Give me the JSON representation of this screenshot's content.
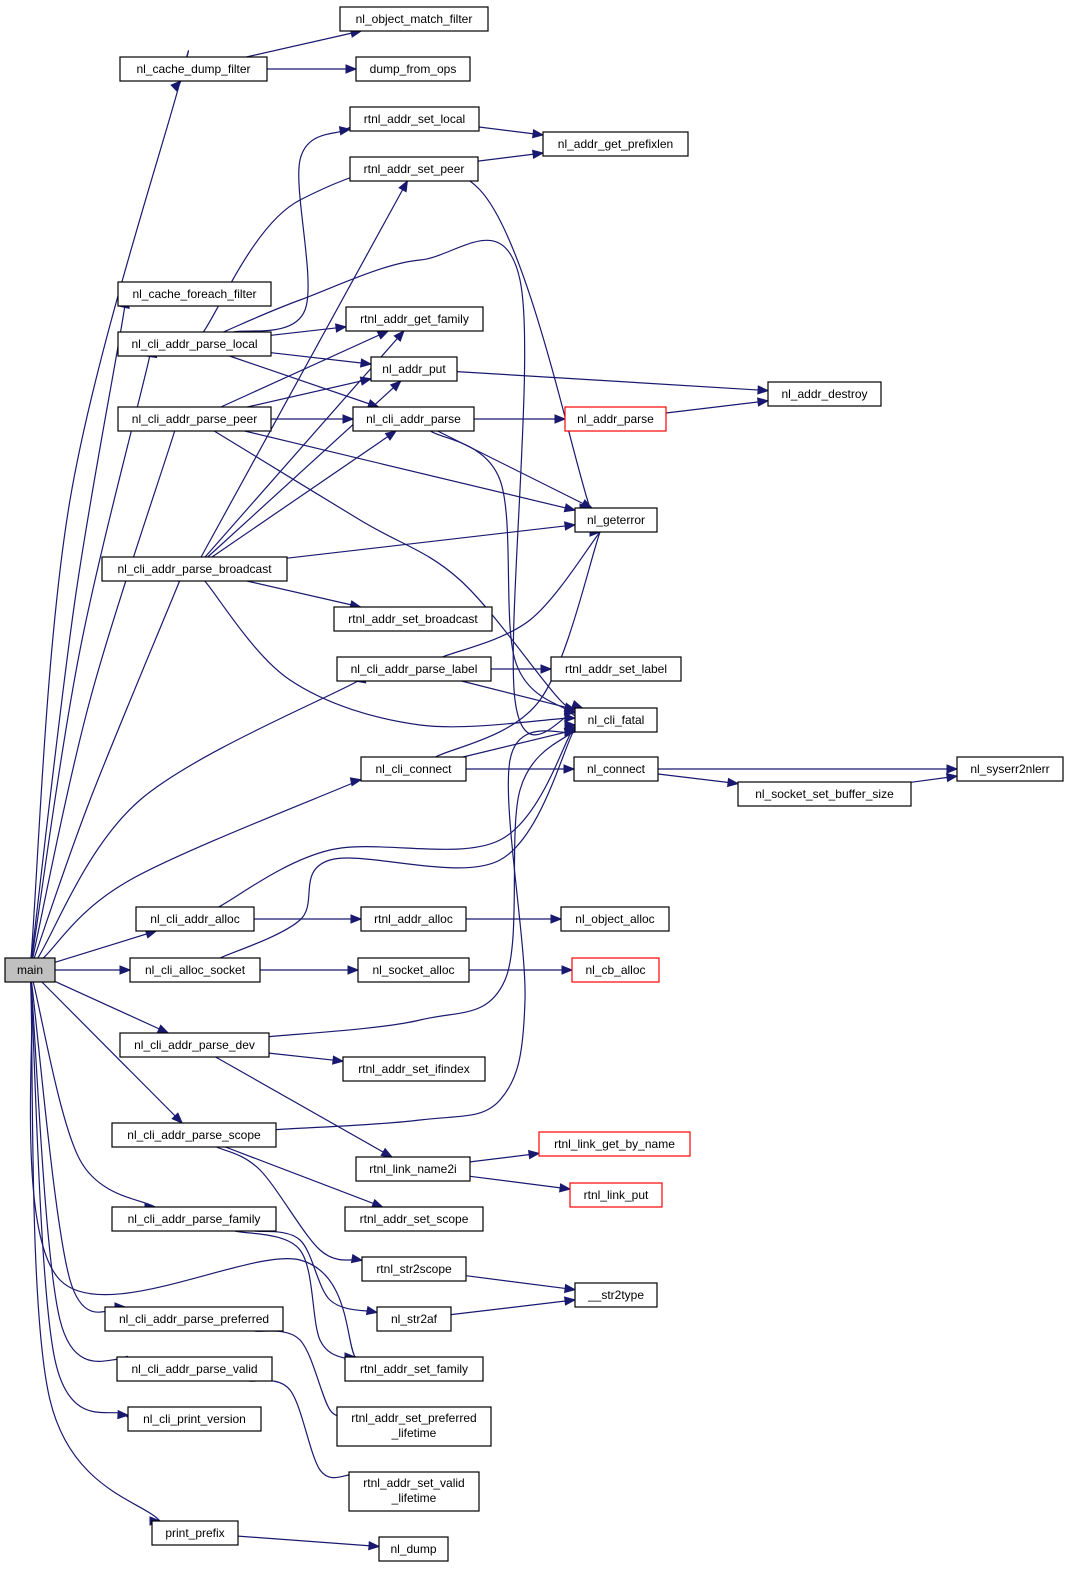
{
  "graph": {
    "colors": {
      "edge": "#191970",
      "node_border": "#000000",
      "node_border_truncated": "#ff0000",
      "root_fill": "#c0c0c0",
      "node_fill": "#ffffff"
    },
    "nodes": {
      "main": {
        "label": "main",
        "root": true
      },
      "nl_cache_dump_filter": {
        "label": "nl_cache_dump_filter"
      },
      "nl_object_match_filter": {
        "label": "nl_object_match_filter"
      },
      "dump_from_ops": {
        "label": "dump_from_ops"
      },
      "rtnl_addr_set_local": {
        "label": "rtnl_addr_set_local"
      },
      "rtnl_addr_set_peer": {
        "label": "rtnl_addr_set_peer"
      },
      "nl_addr_get_prefixlen": {
        "label": "nl_addr_get_prefixlen"
      },
      "nl_cache_foreach_filter": {
        "label": "nl_cache_foreach_filter"
      },
      "nl_cli_addr_parse_local": {
        "label": "nl_cli_addr_parse_local"
      },
      "rtnl_addr_get_family": {
        "label": "rtnl_addr_get_family"
      },
      "nl_addr_put": {
        "label": "nl_addr_put"
      },
      "nl_addr_destroy": {
        "label": "nl_addr_destroy"
      },
      "nl_cli_addr_parse_peer": {
        "label": "nl_cli_addr_parse_peer"
      },
      "nl_cli_addr_parse": {
        "label": "nl_cli_addr_parse"
      },
      "nl_addr_parse": {
        "label": "nl_addr_parse",
        "truncated": true
      },
      "nl_geterror": {
        "label": "nl_geterror"
      },
      "nl_cli_addr_parse_broadcast": {
        "label": "nl_cli_addr_parse_broadcast"
      },
      "rtnl_addr_set_broadcast": {
        "label": "rtnl_addr_set_broadcast"
      },
      "nl_cli_addr_parse_label": {
        "label": "nl_cli_addr_parse_label"
      },
      "rtnl_addr_set_label": {
        "label": "rtnl_addr_set_label"
      },
      "nl_cli_fatal": {
        "label": "nl_cli_fatal"
      },
      "nl_cli_connect": {
        "label": "nl_cli_connect"
      },
      "nl_connect": {
        "label": "nl_connect"
      },
      "nl_syserr2nlerr": {
        "label": "nl_syserr2nlerr"
      },
      "nl_socket_set_buffer_size": {
        "label": "nl_socket_set_buffer_size"
      },
      "nl_cli_addr_alloc": {
        "label": "nl_cli_addr_alloc"
      },
      "rtnl_addr_alloc": {
        "label": "rtnl_addr_alloc"
      },
      "nl_object_alloc": {
        "label": "nl_object_alloc"
      },
      "nl_cli_alloc_socket": {
        "label": "nl_cli_alloc_socket"
      },
      "nl_socket_alloc": {
        "label": "nl_socket_alloc"
      },
      "nl_cb_alloc": {
        "label": "nl_cb_alloc",
        "truncated": true
      },
      "nl_cli_addr_parse_dev": {
        "label": "nl_cli_addr_parse_dev"
      },
      "rtnl_addr_set_ifindex": {
        "label": "rtnl_addr_set_ifindex"
      },
      "nl_cli_addr_parse_scope": {
        "label": "nl_cli_addr_parse_scope"
      },
      "rtnl_link_get_by_name": {
        "label": "rtnl_link_get_by_name",
        "truncated": true
      },
      "rtnl_link_name2i": {
        "label": "rtnl_link_name2i"
      },
      "rtnl_link_put": {
        "label": "rtnl_link_put",
        "truncated": true
      },
      "nl_cli_addr_parse_family": {
        "label": "nl_cli_addr_parse_family"
      },
      "rtnl_addr_set_scope": {
        "label": "rtnl_addr_set_scope"
      },
      "rtnl_str2scope": {
        "label": "rtnl_str2scope"
      },
      "__str2type": {
        "label": "__str2type"
      },
      "nl_str2af": {
        "label": "nl_str2af"
      },
      "nl_cli_addr_parse_preferred": {
        "label": "nl_cli_addr_parse_preferred"
      },
      "rtnl_addr_set_family": {
        "label": "rtnl_addr_set_family"
      },
      "nl_cli_addr_parse_valid": {
        "label": "nl_cli_addr_parse_valid"
      },
      "rtnl_addr_set_preferred_lifetime": {
        "label": [
          "rtnl_addr_set_preferred",
          "_lifetime"
        ]
      },
      "nl_cli_print_version": {
        "label": "nl_cli_print_version"
      },
      "rtnl_addr_set_valid_lifetime": {
        "label": [
          "rtnl_addr_set_valid",
          "_lifetime"
        ]
      },
      "print_prefix": {
        "label": "print_prefix"
      },
      "nl_dump": {
        "label": "nl_dump"
      }
    },
    "edges": [
      [
        "nl_cache_dump_filter",
        "nl_object_match_filter"
      ],
      [
        "nl_cache_dump_filter",
        "dump_from_ops"
      ],
      [
        "rtnl_addr_set_local",
        "nl_addr_get_prefixlen"
      ],
      [
        "rtnl_addr_set_peer",
        "nl_addr_get_prefixlen"
      ],
      [
        "nl_cli_addr_parse_local",
        "rtnl_addr_set_local"
      ],
      [
        "nl_cli_addr_parse_local",
        "nl_geterror"
      ],
      [
        "nl_cli_addr_parse_local",
        "nl_cli_fatal"
      ],
      [
        "nl_cli_addr_parse_local",
        "rtnl_addr_get_family"
      ],
      [
        "nl_cli_addr_parse_local",
        "nl_addr_put"
      ],
      [
        "nl_cli_addr_parse_local",
        "nl_cli_addr_parse"
      ],
      [
        "nl_addr_put",
        "nl_addr_destroy"
      ],
      [
        "nl_cli_addr_parse_peer",
        "rtnl_addr_get_family"
      ],
      [
        "nl_cli_addr_parse_peer",
        "nl_addr_put"
      ],
      [
        "nl_cli_addr_parse_peer",
        "nl_cli_addr_parse"
      ],
      [
        "nl_cli_addr_parse_peer",
        "nl_geterror"
      ],
      [
        "nl_cli_addr_parse_peer",
        "nl_cli_fatal"
      ],
      [
        "nl_cli_addr_parse",
        "nl_addr_parse"
      ],
      [
        "nl_cli_addr_parse",
        "nl_geterror"
      ],
      [
        "nl_cli_addr_parse",
        "nl_cli_fatal"
      ],
      [
        "nl_addr_parse",
        "nl_addr_destroy"
      ],
      [
        "nl_cli_addr_parse_broadcast",
        "rtnl_addr_set_peer"
      ],
      [
        "nl_cli_addr_parse_broadcast",
        "rtnl_addr_get_family"
      ],
      [
        "nl_cli_addr_parse_broadcast",
        "nl_addr_put"
      ],
      [
        "nl_cli_addr_parse_broadcast",
        "nl_cli_addr_parse"
      ],
      [
        "nl_cli_addr_parse_broadcast",
        "nl_geterror"
      ],
      [
        "nl_cli_addr_parse_broadcast",
        "rtnl_addr_set_broadcast"
      ],
      [
        "nl_cli_addr_parse_broadcast",
        "nl_cli_fatal"
      ],
      [
        "nl_cli_addr_parse_label",
        "rtnl_addr_set_label"
      ],
      [
        "nl_cli_addr_parse_label",
        "nl_geterror"
      ],
      [
        "nl_cli_addr_parse_label",
        "nl_cli_fatal"
      ],
      [
        "nl_cli_connect",
        "nl_cli_fatal"
      ],
      [
        "nl_cli_connect",
        "nl_geterror"
      ],
      [
        "nl_cli_connect",
        "nl_connect"
      ],
      [
        "nl_connect",
        "nl_syserr2nlerr"
      ],
      [
        "nl_connect",
        "nl_socket_set_buffer_size"
      ],
      [
        "nl_socket_set_buffer_size",
        "nl_syserr2nlerr"
      ],
      [
        "nl_cli_addr_alloc",
        "rtnl_addr_alloc"
      ],
      [
        "nl_cli_addr_alloc",
        "nl_cli_fatal"
      ],
      [
        "rtnl_addr_alloc",
        "nl_object_alloc"
      ],
      [
        "nl_cli_alloc_socket",
        "nl_socket_alloc"
      ],
      [
        "nl_cli_alloc_socket",
        "nl_cli_fatal"
      ],
      [
        "nl_socket_alloc",
        "nl_cb_alloc"
      ],
      [
        "nl_cli_addr_parse_dev",
        "rtnl_addr_set_ifindex"
      ],
      [
        "nl_cli_addr_parse_dev",
        "rtnl_link_name2i"
      ],
      [
        "nl_cli_addr_parse_dev",
        "nl_cli_fatal"
      ],
      [
        "rtnl_link_name2i",
        "rtnl_link_get_by_name"
      ],
      [
        "rtnl_link_name2i",
        "rtnl_link_put"
      ],
      [
        "nl_cli_addr_parse_scope",
        "nl_cli_fatal"
      ],
      [
        "nl_cli_addr_parse_scope",
        "rtnl_addr_set_scope"
      ],
      [
        "nl_cli_addr_parse_scope",
        "rtnl_str2scope"
      ],
      [
        "rtnl_str2scope",
        "__str2type"
      ],
      [
        "nl_str2af",
        "__str2type"
      ],
      [
        "nl_cli_addr_parse_family",
        "nl_str2af"
      ],
      [
        "nl_cli_addr_parse_family",
        "rtnl_addr_set_family"
      ],
      [
        "nl_cli_addr_parse_preferred",
        "rtnl_addr_set_preferred_lifetime"
      ],
      [
        "nl_cli_addr_parse_valid",
        "rtnl_addr_set_valid_lifetime"
      ],
      [
        "print_prefix",
        "nl_dump"
      ],
      [
        "main",
        "nl_cache_dump_filter"
      ],
      [
        "main",
        "nl_cache_foreach_filter"
      ],
      [
        "main",
        "nl_cli_addr_parse_local"
      ],
      [
        "main",
        "nl_cli_addr_parse_peer"
      ],
      [
        "main",
        "nl_cli_addr_parse_broadcast"
      ],
      [
        "main",
        "nl_cli_addr_parse_label"
      ],
      [
        "main",
        "nl_cli_connect"
      ],
      [
        "main",
        "nl_cli_addr_alloc"
      ],
      [
        "main",
        "nl_cli_alloc_socket"
      ],
      [
        "main",
        "nl_cli_addr_parse_dev"
      ],
      [
        "main",
        "nl_cli_addr_parse_scope"
      ],
      [
        "main",
        "nl_cli_addr_parse_family"
      ],
      [
        "main",
        "rtnl_addr_set_family"
      ],
      [
        "main",
        "nl_cli_addr_parse_preferred"
      ],
      [
        "main",
        "nl_cli_addr_parse_valid"
      ],
      [
        "main",
        "nl_cli_print_version"
      ],
      [
        "main",
        "print_prefix"
      ]
    ]
  }
}
